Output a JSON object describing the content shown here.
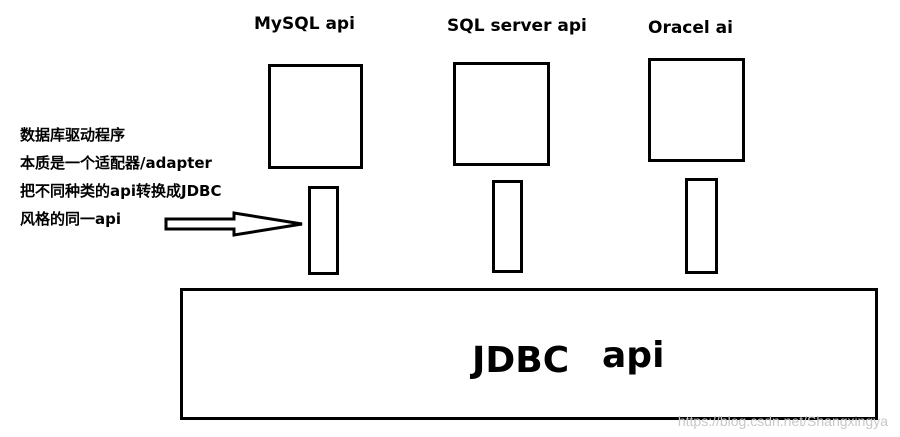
{
  "apis": [
    {
      "title": "MySQL api"
    },
    {
      "title": "SQL server api"
    },
    {
      "title": "Oracel ai"
    }
  ],
  "note": {
    "lines": [
      "数据库驱动程序",
      "本质是一个适配器/adapter",
      "把不同种类的api转换成JDBC",
      "风格的同一api"
    ]
  },
  "jdbc": {
    "title": "JDBC",
    "subtitle": "api"
  },
  "watermark": "https://blog.csdn.net/Shangxingya"
}
